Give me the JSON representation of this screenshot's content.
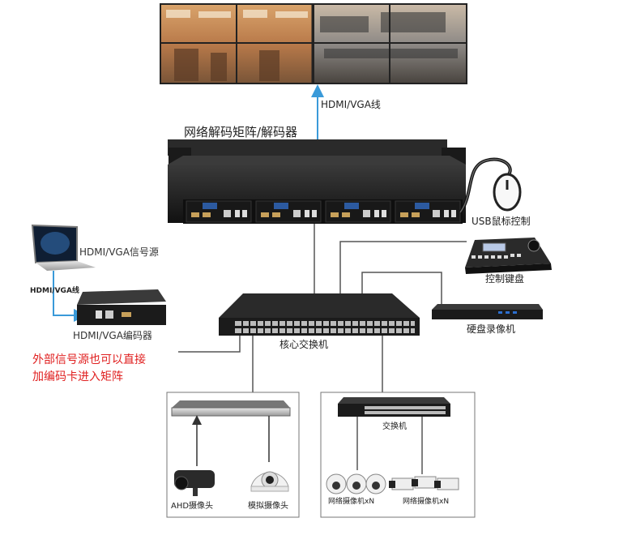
{
  "diagram": {
    "video_wall_cable_label": "HDMI/VGA线",
    "decoder_title": "网络解码矩阵/解码器",
    "usb_mouse_label": "USB鼠标控制",
    "keyboard_label": "控制键盘",
    "nvr_label": "硬盘录像机",
    "core_switch_label": "核心交换机",
    "laptop_label": "HDMI/VGA信号源",
    "laptop_cable_label": "HDMI/VGA线",
    "encoder_label": "HDMI/VGA编码器",
    "external_note_line1": "外部信号源也可以直接",
    "external_note_line2": "加编码卡进入矩阵",
    "ahd_camera_label": "AHD摄像头",
    "analog_camera_label": "模拟摄像头",
    "switch_label": "交换机",
    "ip_camera_dome_label": "网络摄像机xN",
    "ip_camera_box_label": "网络摄像机xN"
  },
  "colors": {
    "hdmi_arrow": "#3a9ad9",
    "network_line": "#555555",
    "note_red": "#e02020",
    "device_dark": "#1c1c1c"
  }
}
